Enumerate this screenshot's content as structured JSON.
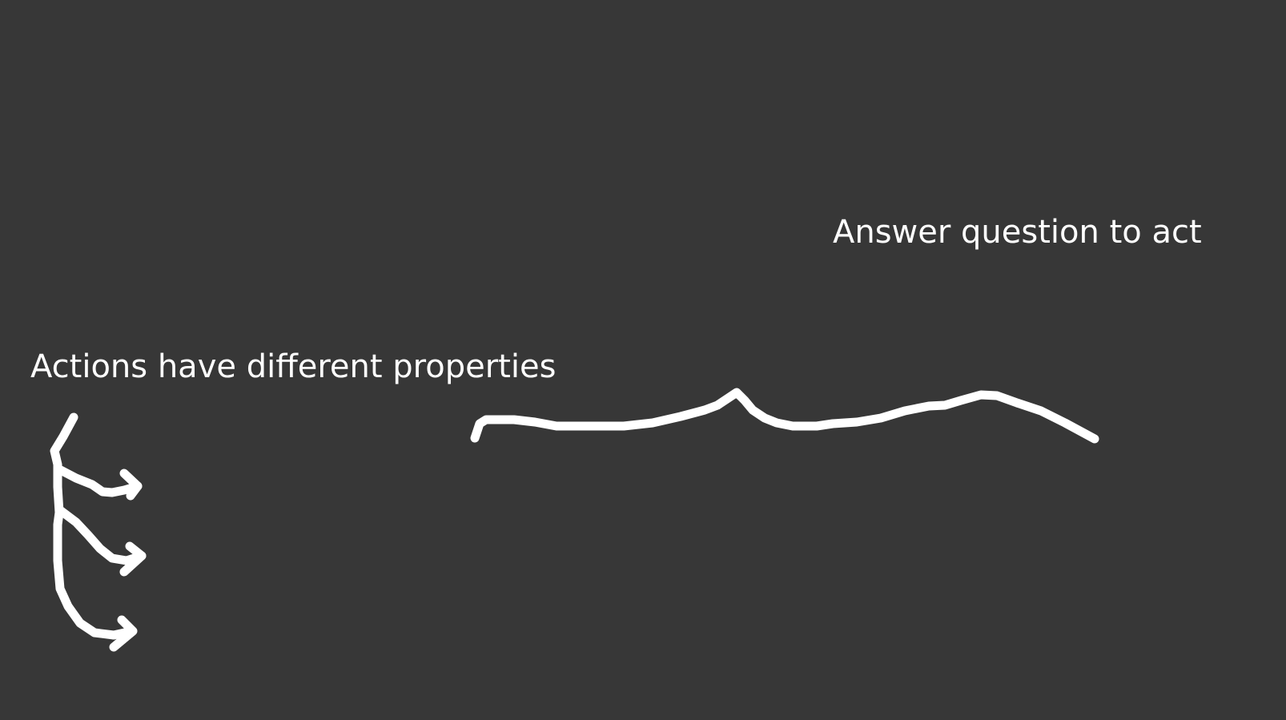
{
  "slide": {
    "background": "#373737",
    "ink_color": "#ffffff",
    "answer_label": "Answer question to act",
    "actions_label": "Actions have different properties",
    "drawings": [
      "curly-brace-sketch",
      "branching-arrows-sketch"
    ]
  }
}
